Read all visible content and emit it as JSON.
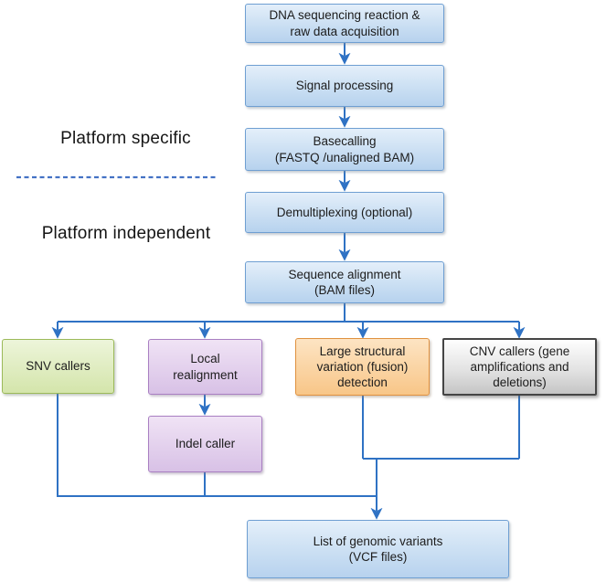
{
  "figure": {
    "side_labels": {
      "platform_specific": "Platform specific",
      "platform_independent": "Platform independent"
    },
    "nodes": [
      {
        "id": "dna-sequencing",
        "style": "blue",
        "text": "DNA sequencing reaction &\nraw data acquisition"
      },
      {
        "id": "signal-processing",
        "style": "blue",
        "text": "Signal processing"
      },
      {
        "id": "basecalling",
        "style": "blue",
        "text": "Basecalling\n(FASTQ /unaligned BAM)"
      },
      {
        "id": "demultiplexing",
        "style": "blue",
        "text": "Demultiplexing (optional)"
      },
      {
        "id": "sequence-alignment",
        "style": "blue",
        "text": "Sequence alignment\n(BAM files)"
      },
      {
        "id": "snv-callers",
        "style": "green",
        "text": "SNV callers"
      },
      {
        "id": "local-realignment",
        "style": "purple",
        "text": "Local\nrealignment"
      },
      {
        "id": "large-structural-variation",
        "style": "orange",
        "text": "Large structural\nvariation (fusion)\ndetection"
      },
      {
        "id": "cnv-callers",
        "style": "gray",
        "text": "CNV callers (gene\namplifications and\ndeletions)"
      },
      {
        "id": "indel-caller",
        "style": "purple",
        "text": "Indel caller"
      },
      {
        "id": "genomic-variants",
        "style": "blue",
        "text": "List of genomic variants\n(VCF files)"
      }
    ],
    "edges": [
      {
        "from": "dna-sequencing",
        "to": "signal-processing"
      },
      {
        "from": "signal-processing",
        "to": "basecalling"
      },
      {
        "from": "basecalling",
        "to": "demultiplexing"
      },
      {
        "from": "demultiplexing",
        "to": "sequence-alignment"
      },
      {
        "from": "sequence-alignment",
        "to": "snv-callers"
      },
      {
        "from": "sequence-alignment",
        "to": "local-realignment"
      },
      {
        "from": "sequence-alignment",
        "to": "large-structural-variation"
      },
      {
        "from": "sequence-alignment",
        "to": "cnv-callers"
      },
      {
        "from": "local-realignment",
        "to": "indel-caller"
      },
      {
        "from": "snv-callers",
        "to": "genomic-variants"
      },
      {
        "from": "indel-caller",
        "to": "genomic-variants"
      },
      {
        "from": "large-structural-variation",
        "to": "genomic-variants"
      },
      {
        "from": "cnv-callers",
        "to": "genomic-variants"
      }
    ],
    "palette": {
      "line": "#2f72c4",
      "divider": "#4472c4",
      "blue_fill": "#cfe2f4",
      "blue_border": "#6f9fd2",
      "green_fill": "#d9e8b4",
      "green_border": "#9cba5a",
      "purple_fill": "#ddc9e9",
      "purple_border": "#a97fc2",
      "orange_fill": "#fad9ab",
      "orange_border": "#e0913f",
      "gray_fill": "#d9d9d9",
      "gray_border": "#454545"
    }
  }
}
